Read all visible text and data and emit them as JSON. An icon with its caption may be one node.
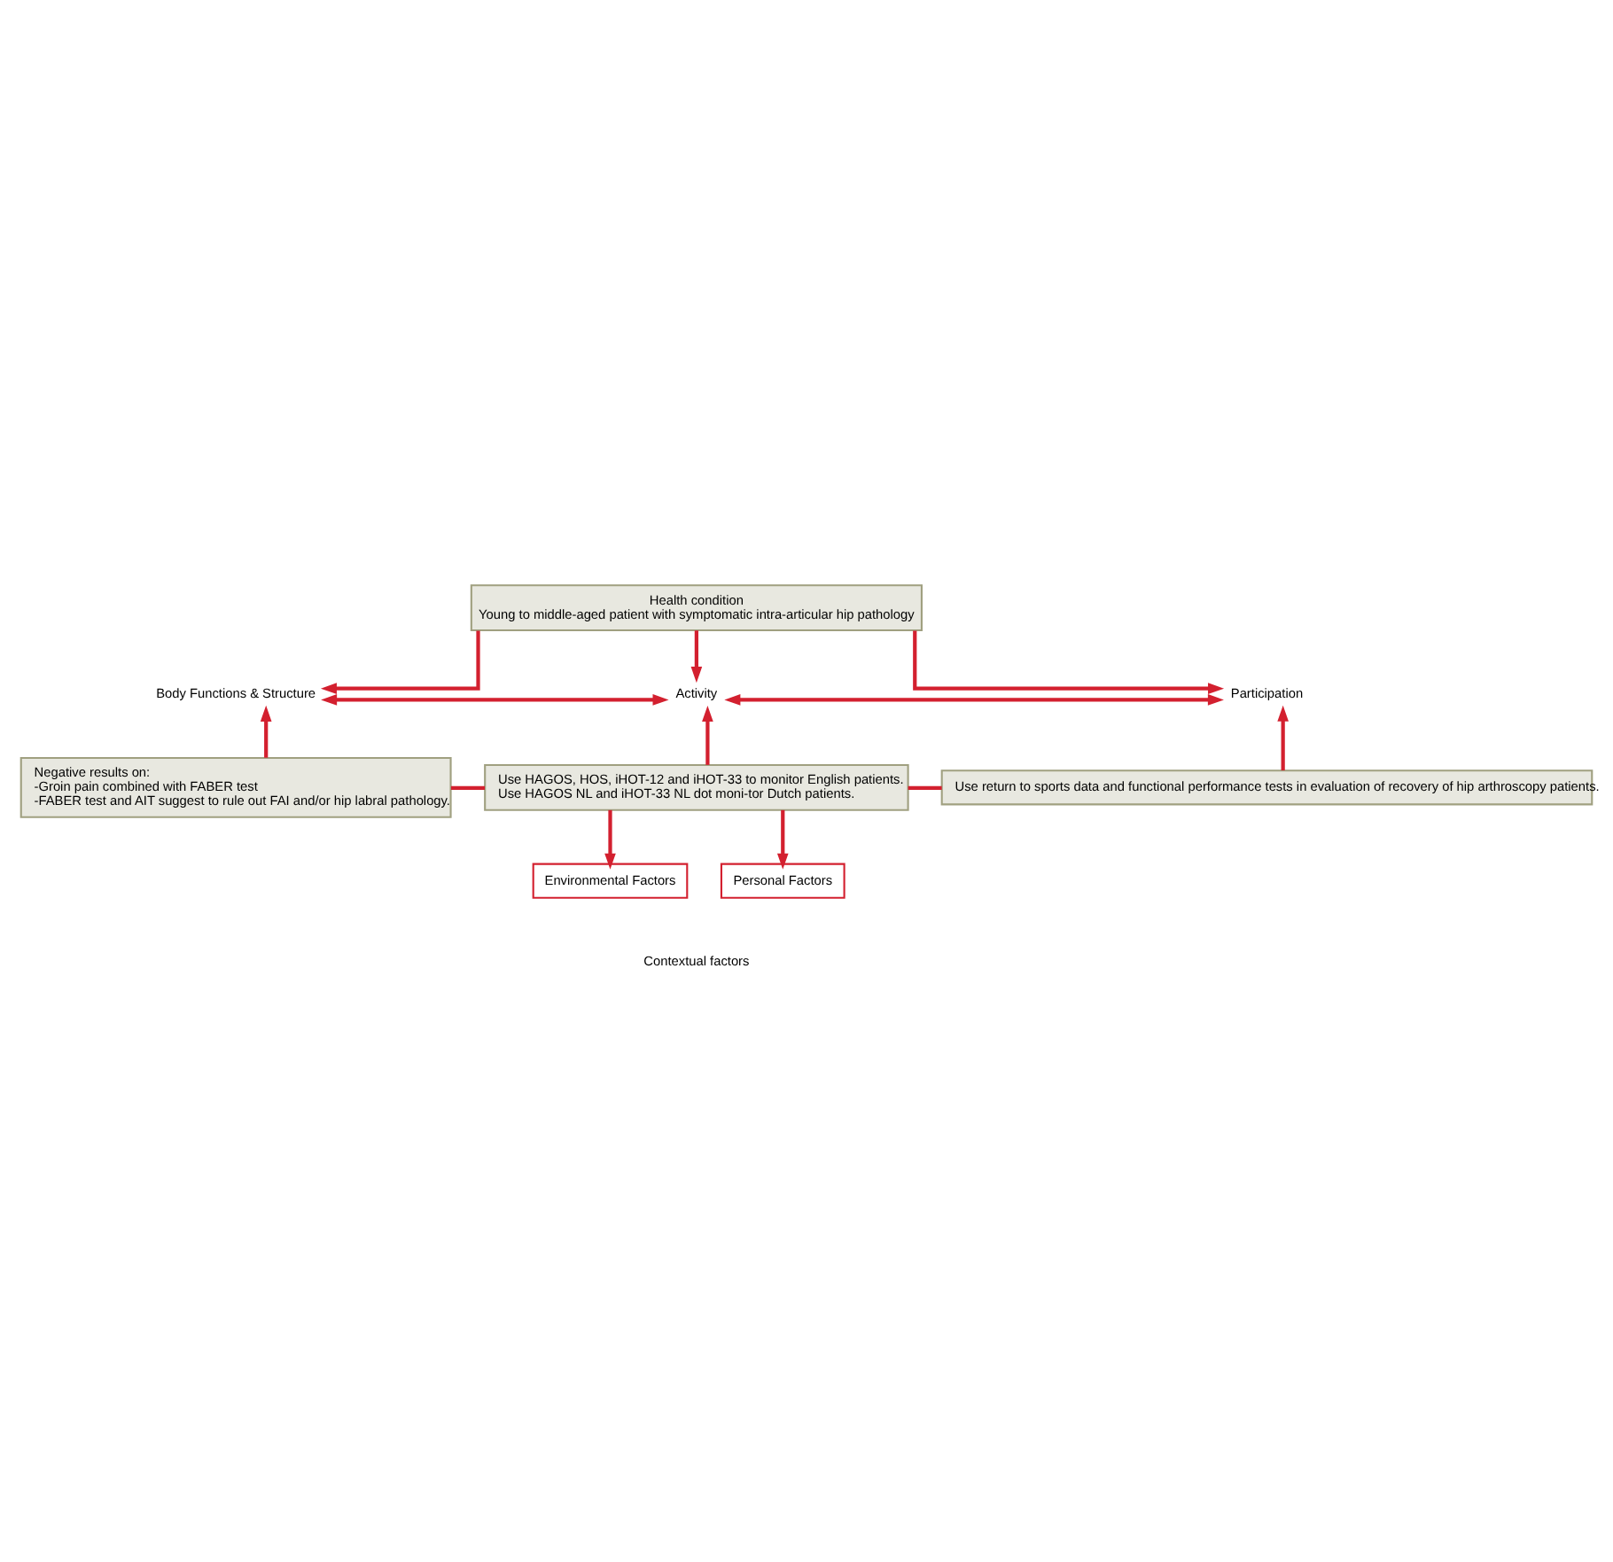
{
  "diagram": {
    "nodes": [
      {
        "text": [
          "Health condition",
          "Young to middle-aged patient with symptomatic intra-articular hip pathology"
        ]
      },
      {
        "text": [
          "Body Functions & Structure"
        ]
      },
      {
        "text": [
          "Activity"
        ]
      },
      {
        "text": [
          "Participation"
        ]
      },
      {
        "text": [
          "Negative results on:",
          "-Groin pain combined with FABER test",
          "-FABER test and AIT suggest to rule out FAI and/or hip labral pathology."
        ]
      },
      {
        "text": [
          "Use HAGOS, HOS, iHOT-12 and iHOT-33 to monitor English patients.",
          "Use HAGOS NL and iHOT-33 NL dot moni-tor Dutch patients."
        ]
      },
      {
        "text": [
          "Use return to sports data and functional performance tests in evaluation of recovery of hip arthroscopy patients."
        ]
      },
      {
        "text": [
          "Environmental Factors"
        ]
      },
      {
        "text": [
          "Personal Factors"
        ]
      }
    ],
    "edges": [
      {
        "from": 0,
        "to": 1,
        "arrow": "to"
      },
      {
        "from": 0,
        "to": 2,
        "arrow": "to"
      },
      {
        "from": 0,
        "to": 3,
        "arrow": "to"
      },
      {
        "from": 1,
        "to": 2,
        "arrow": "both"
      },
      {
        "from": 2,
        "to": 3,
        "arrow": "both"
      },
      {
        "from": 4,
        "to": 1,
        "arrow": "to"
      },
      {
        "from": 5,
        "to": 2,
        "arrow": "to"
      },
      {
        "from": 6,
        "to": 3,
        "arrow": "to"
      },
      {
        "from": 4,
        "to": 5,
        "arrow": "none"
      },
      {
        "from": 5,
        "to": 6,
        "arrow": "none"
      },
      {
        "from": 5,
        "to": 7,
        "arrow": "to"
      },
      {
        "from": 5,
        "to": 8,
        "arrow": "to"
      }
    ],
    "labels": [
      "Contextual factors"
    ]
  }
}
